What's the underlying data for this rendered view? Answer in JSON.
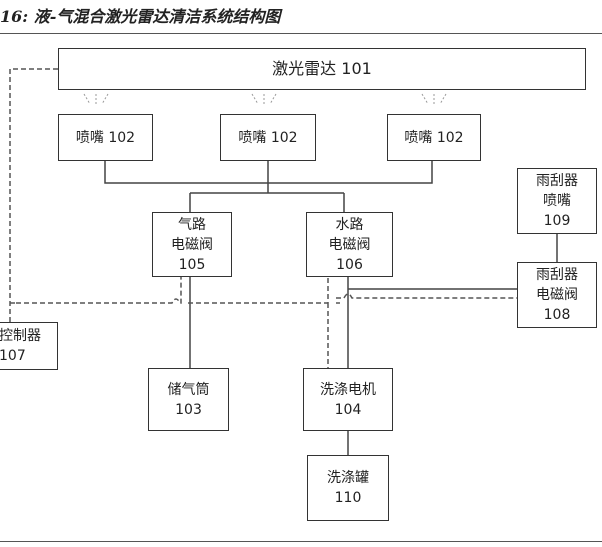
{
  "figure_title": "16: 液-气混合激光雷达清洁系统结构图",
  "components": {
    "lidar": {
      "label": "激光雷达",
      "id": "101"
    },
    "nozzles": [
      {
        "label": "喷嘴",
        "id": "102"
      },
      {
        "label": "喷嘴",
        "id": "102"
      },
      {
        "label": "喷嘴",
        "id": "102"
      }
    ],
    "air_valve": {
      "line1": "气路",
      "line2": "电磁阀",
      "id": "105"
    },
    "water_valve": {
      "line1": "水路",
      "line2": "电磁阀",
      "id": "106"
    },
    "wiper_nozzle": {
      "line1": "雨刮器",
      "line2": "喷嘴",
      "id": "109"
    },
    "wiper_valve": {
      "line1": "雨刮器",
      "line2": "电磁阀",
      "id": "108"
    },
    "controller": {
      "label": "控制器",
      "id": "107"
    },
    "air_tank": {
      "label": "储气筒",
      "id": "103"
    },
    "wash_motor": {
      "label": "洗涤电机",
      "id": "104"
    },
    "wash_tank": {
      "label": "洗涤罐",
      "id": "110"
    }
  }
}
